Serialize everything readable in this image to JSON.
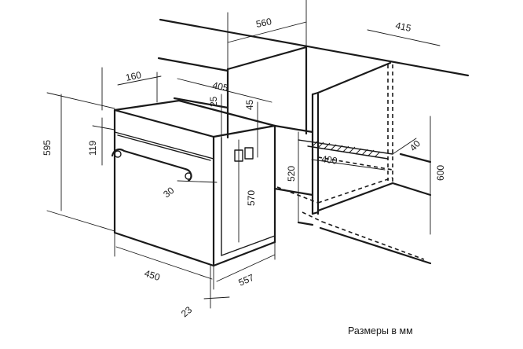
{
  "dimensions": {
    "d560": "560",
    "d415": "415",
    "d160": "160",
    "d405": "405",
    "d595": "595",
    "d25": "25",
    "d45": "45",
    "d119": "119",
    "d520": "520",
    "d600": "600",
    "d400": "400",
    "d40": "40",
    "d30": "30",
    "d570": "570",
    "d450": "450",
    "d557": "557",
    "d23": "23"
  },
  "caption": "Размеры в мм"
}
